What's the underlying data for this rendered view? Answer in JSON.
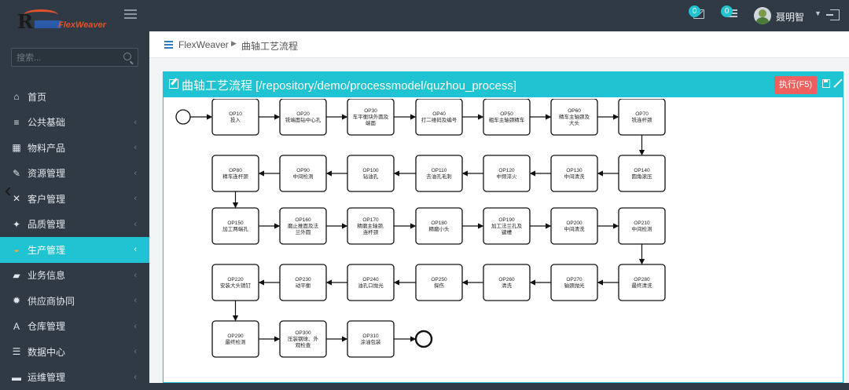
{
  "header": {
    "mail_badge": "0",
    "task_badge": "0",
    "username": "聂明智"
  },
  "logo": {
    "letter": "R",
    "brand": "FlexWeaver"
  },
  "search": {
    "placeholder": "搜索..."
  },
  "sidebar": {
    "items": [
      {
        "label": "首页",
        "icon": "home-icon",
        "chevron": false,
        "active": false
      },
      {
        "label": "公共基础",
        "icon": "layers-icon",
        "chevron": true,
        "active": false
      },
      {
        "label": "物料产品",
        "icon": "grid-icon",
        "chevron": true,
        "active": false
      },
      {
        "label": "资源管理",
        "icon": "wrench-icon",
        "chevron": true,
        "active": false
      },
      {
        "label": "客户管理",
        "icon": "handshake-icon",
        "chevron": true,
        "active": false
      },
      {
        "label": "品质管理",
        "icon": "crosshair-icon",
        "chevron": true,
        "active": false
      },
      {
        "label": "生产管理",
        "icon": "headset-icon",
        "chevron": true,
        "active": true
      },
      {
        "label": "业务信息",
        "icon": "briefcase-icon",
        "chevron": true,
        "active": false
      },
      {
        "label": "供应商协同",
        "icon": "gear-icon",
        "chevron": true,
        "active": false
      },
      {
        "label": "仓库管理",
        "icon": "warehouse-icon",
        "chevron": true,
        "active": false
      },
      {
        "label": "数据中心",
        "icon": "list-icon",
        "chevron": true,
        "active": false
      },
      {
        "label": "运维管理",
        "icon": "folder-icon",
        "chevron": true,
        "active": false
      }
    ]
  },
  "breadcrumb": {
    "root": "FlexWeaver",
    "current": "曲轴工艺流程"
  },
  "panel": {
    "title": "曲轴工艺流程 [/repository/demo/processmodel/quzhou_process]",
    "exec_label": "执行(F5)"
  },
  "accent_color": "#1fc3d1",
  "danger_color": "#f05f5f",
  "process": {
    "rows": [
      [
        {
          "code": "OP10",
          "name": [
            "投入"
          ]
        },
        {
          "code": "OP20",
          "name": [
            "铣端面钻中心孔"
          ]
        },
        {
          "code": "OP30",
          "name": [
            "车平衡块外圆及",
            "端面"
          ]
        },
        {
          "code": "OP40",
          "name": [
            "打二维码及编号"
          ]
        },
        {
          "code": "OP50",
          "name": [
            "粗车主轴颈精车"
          ]
        },
        {
          "code": "OP60",
          "name": [
            "精车主轴颈及",
            "大头"
          ]
        },
        {
          "code": "OP70",
          "name": [
            "铣连杆颈"
          ]
        }
      ],
      [
        {
          "code": "OP140",
          "name": [
            "圆角滚压"
          ]
        },
        {
          "code": "OP130",
          "name": [
            "中间清洗"
          ]
        },
        {
          "code": "OP120",
          "name": [
            "中频淬火"
          ]
        },
        {
          "code": "OP110",
          "name": [
            "去油孔毛刺"
          ]
        },
        {
          "code": "OP100",
          "name": [
            "钻油孔"
          ]
        },
        {
          "code": "OP90",
          "name": [
            "中间检测"
          ]
        },
        {
          "code": "OP80",
          "name": [
            "精车连杆颈"
          ]
        }
      ],
      [
        {
          "code": "OP150",
          "name": [
            "加工两端孔"
          ]
        },
        {
          "code": "OP160",
          "name": [
            "磨止推面及法",
            "兰外圆"
          ]
        },
        {
          "code": "OP170",
          "name": [
            "精磨主轴颈,",
            "连杆颈"
          ]
        },
        {
          "code": "OP180",
          "name": [
            "精磨小头"
          ]
        },
        {
          "code": "OP190",
          "name": [
            "加工法兰孔及",
            "键槽"
          ]
        },
        {
          "code": "OP200",
          "name": [
            "中间清洗"
          ]
        },
        {
          "code": "OP210",
          "name": [
            "中间检测"
          ]
        }
      ],
      [
        {
          "code": "OP280",
          "name": [
            "最终清洗"
          ]
        },
        {
          "code": "OP270",
          "name": [
            "轴颈抛光"
          ]
        },
        {
          "code": "OP260",
          "name": [
            "清洗"
          ]
        },
        {
          "code": "OP250",
          "name": [
            "探伤"
          ]
        },
        {
          "code": "OP240",
          "name": [
            "油孔口抛光"
          ]
        },
        {
          "code": "OP230",
          "name": [
            "动平衡"
          ]
        },
        {
          "code": "OP220",
          "name": [
            "安装大头销钉"
          ]
        }
      ],
      [
        {
          "code": "OP290",
          "name": [
            "最终检测"
          ]
        },
        {
          "code": "OP300",
          "name": [
            "压装钢球、外",
            "观检查"
          ]
        },
        {
          "code": "OP310",
          "name": [
            "涂油包装"
          ]
        }
      ]
    ]
  }
}
